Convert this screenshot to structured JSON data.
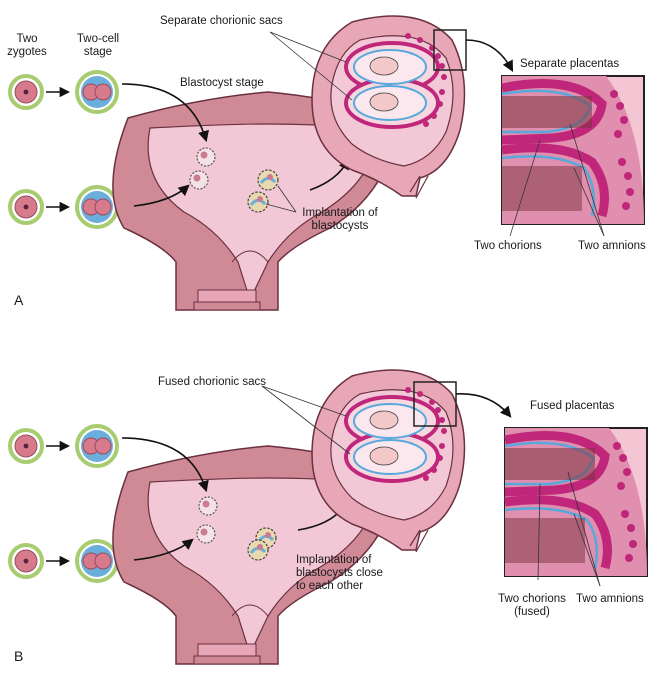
{
  "panels": [
    {
      "letter": "A",
      "zygotes": "Two\nzygotes",
      "two_cell": "Two-cell\nstage",
      "blastocyst": "Blastocyst stage",
      "sacs": "Separate chorionic sacs",
      "placentas": "Separate placentas",
      "implant": "Implantation of\nblastocysts",
      "chorions": "Two chorions",
      "amnions": "Two amnions"
    },
    {
      "letter": "B",
      "sacs": "Fused chorionic sacs",
      "placentas": "Fused placentas",
      "implant": "Implantation of\nblastocysts close\nto each other",
      "chorions": "Two chorions\n(fused)",
      "amnions": "Two amnions"
    }
  ],
  "colors": {
    "uterus": "#cf8a96",
    "cavity": "#f2c8d6",
    "chorion": "#c0267a",
    "amnion": "#58a8dc",
    "zygote_ring": "#a8cc70",
    "cell": "#d77a8c",
    "outline": "#222222"
  }
}
